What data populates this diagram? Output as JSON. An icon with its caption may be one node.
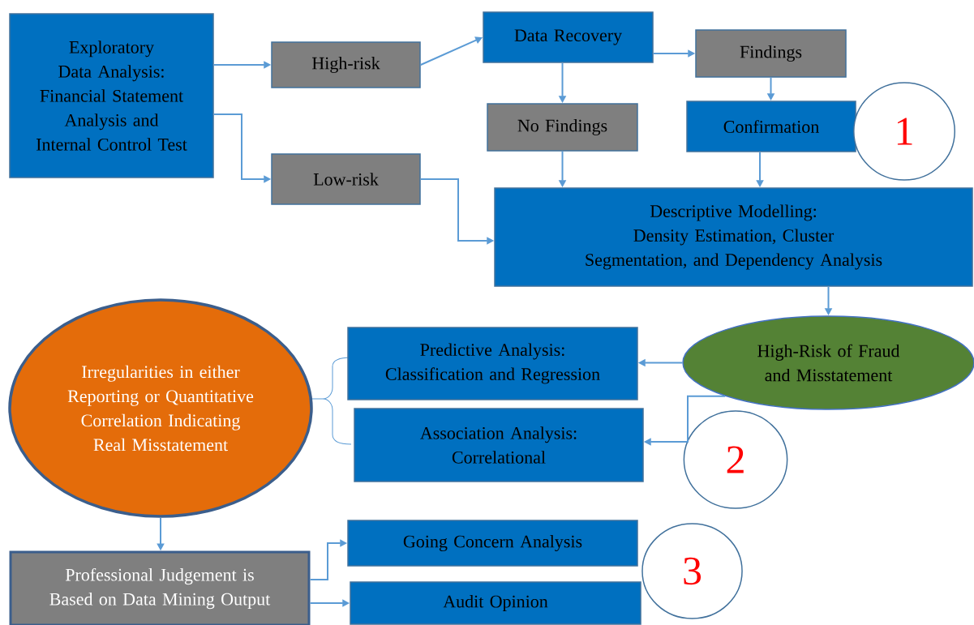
{
  "diagram": {
    "nodes": [
      {
        "text": [
          "Exploratory Data Analysis:",
          "Financial Statement Analysis and Internal Control Test"
        ]
      },
      {
        "text": [
          "High-risk"
        ]
      },
      {
        "text": [
          "Low-risk"
        ]
      },
      {
        "text": [
          "Data Recovery"
        ]
      },
      {
        "text": [
          "Findings"
        ]
      },
      {
        "text": [
          "No Findings"
        ]
      },
      {
        "text": [
          "Confirmation"
        ]
      },
      {
        "text": [
          "1"
        ]
      },
      {
        "text": [
          "Descriptive Modelling:",
          "Density Estimation, Cluster Segmentation, and Dependency Analysis"
        ]
      },
      {
        "text": [
          "High-Risk of Fraud and Misstatement"
        ]
      },
      {
        "text": [
          "Irregularities in either Reporting or Quantitative Correlation Indicating Real Misstatement"
        ]
      },
      {
        "text": [
          "Predictive Analysis:",
          "Classification and Regression"
        ]
      },
      {
        "text": [
          "Association Analysis:",
          "Correlational"
        ]
      },
      {
        "text": [
          "2"
        ]
      },
      {
        "text": [
          "Professional Judgement is Based on Data Mining Output"
        ]
      },
      {
        "text": [
          "Going Concern Analysis"
        ]
      },
      {
        "text": [
          "Audit Opinion"
        ]
      },
      {
        "text": [
          "3"
        ]
      }
    ],
    "edges": [
      {
        "from": 0,
        "to": 1,
        "arrow": "to"
      },
      {
        "from": 0,
        "to": 2,
        "arrow": "to"
      },
      {
        "from": 1,
        "to": 3,
        "arrow": "to"
      },
      {
        "from": 3,
        "to": 4,
        "arrow": "to"
      },
      {
        "from": 3,
        "to": 5,
        "arrow": "to"
      },
      {
        "from": 4,
        "to": 6,
        "arrow": "to"
      },
      {
        "from": 5,
        "to": 8,
        "arrow": "to"
      },
      {
        "from": 6,
        "to": 8,
        "arrow": "to"
      },
      {
        "from": 2,
        "to": 8,
        "arrow": "to"
      },
      {
        "from": 8,
        "to": 9,
        "arrow": "to"
      },
      {
        "from": 9,
        "to": 11,
        "arrow": "to"
      },
      {
        "from": 9,
        "to": 12,
        "arrow": "to"
      },
      {
        "from": 10,
        "to": 14,
        "arrow": "to"
      },
      {
        "from": 14,
        "to": 15,
        "arrow": "to"
      },
      {
        "from": 14,
        "to": 16,
        "arrow": "to"
      }
    ]
  }
}
